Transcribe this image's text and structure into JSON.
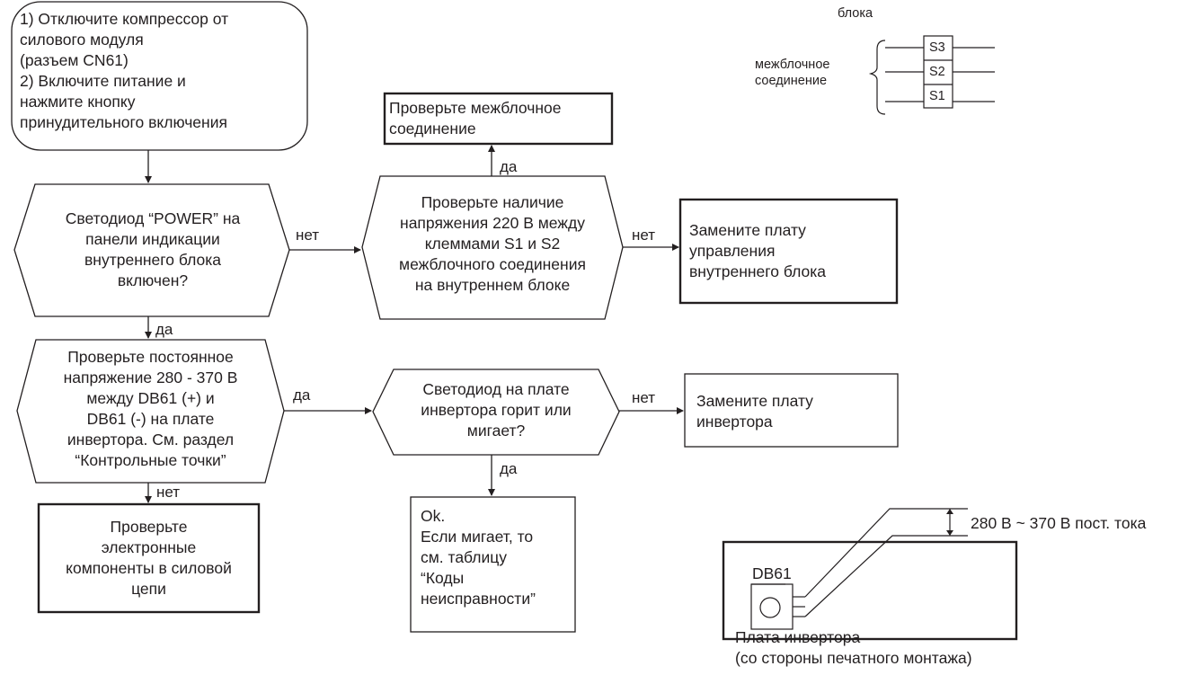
{
  "start_box": {
    "lines": [
      "1) Отключите компрессор от",
      "силового модуля",
      "(разъем CN61)",
      "2) Включите питание и",
      "нажмите кнопку",
      "принудительного включения"
    ]
  },
  "q_power_led": {
    "lines": [
      "Светодиод “POWER” на",
      "панели индикации",
      "внутреннего блока",
      "включен?"
    ]
  },
  "q_voltage_220": {
    "lines": [
      "Проверьте наличие",
      "напряжения 220 В между",
      "клеммами S1 и S2",
      "межблочного соединения",
      "на внутреннем блоке"
    ]
  },
  "check_interconnect": {
    "lines": [
      "Проверьте межблочное",
      "соединение"
    ]
  },
  "replace_indoor_board": {
    "lines": [
      "Замените плату",
      "управления",
      "внутреннего блока"
    ]
  },
  "q_dc_voltage": {
    "lines": [
      "Проверьте постоянное",
      "напряжение 280 - 370 В",
      "между DB61 (+) и",
      "DB61 (-) на плате",
      "инвертора. См. раздел",
      "“Контрольные точки”"
    ]
  },
  "q_inverter_led": {
    "lines": [
      "Светодиод на плате",
      "инвертора горит или",
      "мигает?"
    ]
  },
  "replace_inverter_board": {
    "lines": [
      "Замените плату",
      "инвертора"
    ]
  },
  "check_power_components": {
    "lines": [
      "Проверьте",
      "электронные",
      "компоненты в силовой",
      "цепи"
    ]
  },
  "ok_box": {
    "lines": [
      "Ok.",
      "Если мигает, то",
      "см. таблицу",
      "“Коды",
      "неисправности”"
    ]
  },
  "arrow_labels": {
    "power_no": "нет",
    "power_yes": "да",
    "v220_yes": "да",
    "v220_no": "нет",
    "dc_yes": "да",
    "dc_no": "нет",
    "led_no": "нет",
    "led_yes": "да"
  },
  "terminal_diagram": {
    "top_caption": "блока",
    "bracket_label_lines": [
      "межблочное",
      "соединение"
    ],
    "terminals": [
      "S3",
      "S2",
      "S1"
    ]
  },
  "inverter_diagram": {
    "component_label": "DB61",
    "voltage_label": "280 В ~ 370 В пост. тока",
    "caption_lines": [
      "Плата инвертора",
      "(со стороны печатного монтажа)"
    ]
  }
}
